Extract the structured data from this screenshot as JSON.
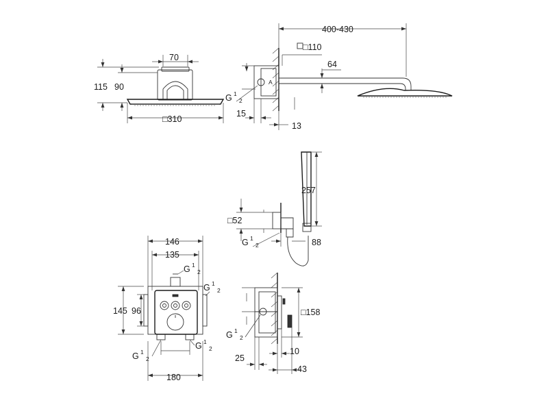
{
  "views": {
    "head_front": {
      "d70": "70",
      "d115": "115",
      "d90": "90",
      "d310": "□310"
    },
    "head_side": {
      "d400_430": "400-430",
      "d110": "□110",
      "d64": "64",
      "dG": "G",
      "d15": "15",
      "d13": "13",
      "mark": "A"
    },
    "hand_shower": {
      "d257": "257",
      "d52": "□52",
      "dG": "G",
      "d88": "88"
    },
    "valve_front": {
      "d146": "146",
      "d135": "135",
      "dG_top": "G",
      "dG_right": "G",
      "d145": "145",
      "d96": "96",
      "dG_bl": "G",
      "dG_br": "G",
      "d180": "180"
    },
    "valve_side": {
      "dG": "G",
      "d158": "□158",
      "d25": "25",
      "d10": "10",
      "d43": "43"
    }
  },
  "thread_fraction": {
    "num": "1",
    "den": "2"
  },
  "colors": {
    "line": "#333333",
    "background": "#ffffff"
  }
}
